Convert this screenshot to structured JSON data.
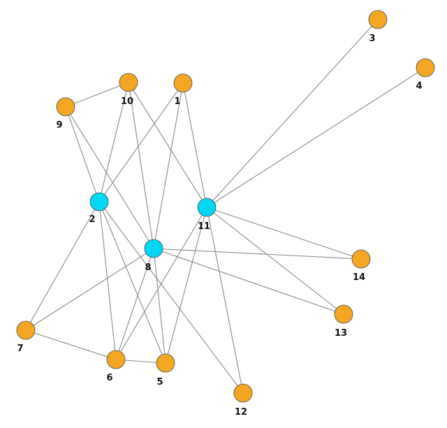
{
  "graph": {
    "colors": {
      "peripheral": "#f5a623",
      "hub": "#00d7f5",
      "edge": "#8a8a8a",
      "label": "#111111"
    },
    "nodes": [
      {
        "id": "1",
        "label": "1",
        "group": "peripheral"
      },
      {
        "id": "2",
        "label": "2",
        "group": "hub"
      },
      {
        "id": "3",
        "label": "3",
        "group": "peripheral"
      },
      {
        "id": "4",
        "label": "4",
        "group": "peripheral"
      },
      {
        "id": "5",
        "label": "5",
        "group": "peripheral"
      },
      {
        "id": "6",
        "label": "6",
        "group": "peripheral"
      },
      {
        "id": "7",
        "label": "7",
        "group": "peripheral"
      },
      {
        "id": "8",
        "label": "8",
        "group": "hub"
      },
      {
        "id": "9",
        "label": "9",
        "group": "peripheral"
      },
      {
        "id": "10",
        "label": "10",
        "group": "peripheral"
      },
      {
        "id": "11",
        "label": "11",
        "group": "hub"
      },
      {
        "id": "12",
        "label": "12",
        "group": "peripheral"
      },
      {
        "id": "13",
        "label": "13",
        "group": "peripheral"
      },
      {
        "id": "14",
        "label": "14",
        "group": "peripheral"
      }
    ],
    "edges": [
      [
        "9",
        "10"
      ],
      [
        "9",
        "2"
      ],
      [
        "9",
        "8"
      ],
      [
        "10",
        "2"
      ],
      [
        "10",
        "8"
      ],
      [
        "10",
        "11"
      ],
      [
        "1",
        "2"
      ],
      [
        "1",
        "8"
      ],
      [
        "1",
        "11"
      ],
      [
        "3",
        "11"
      ],
      [
        "4",
        "11"
      ],
      [
        "2",
        "7"
      ],
      [
        "2",
        "6"
      ],
      [
        "2",
        "5"
      ],
      [
        "2",
        "12"
      ],
      [
        "8",
        "7"
      ],
      [
        "8",
        "6"
      ],
      [
        "8",
        "5"
      ],
      [
        "8",
        "14"
      ],
      [
        "8",
        "13"
      ],
      [
        "11",
        "6"
      ],
      [
        "11",
        "5"
      ],
      [
        "11",
        "12"
      ],
      [
        "11",
        "14"
      ],
      [
        "11",
        "13"
      ],
      [
        "7",
        "6"
      ],
      [
        "6",
        "5"
      ]
    ]
  }
}
